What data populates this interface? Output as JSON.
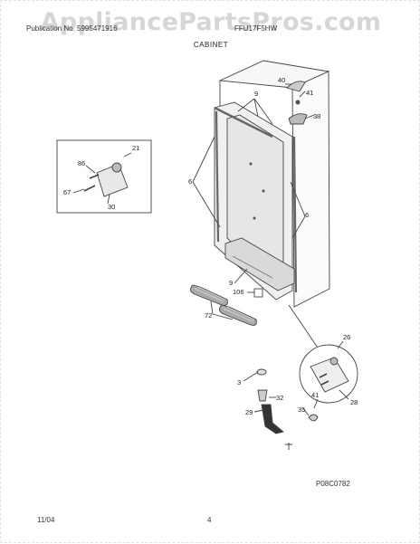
{
  "watermark": "AppliancePartsPros.com",
  "header": {
    "publication": "Publication No. 5995471916",
    "model": "FFU17F5HW",
    "section_title": "CABINET"
  },
  "callouts": {
    "c40": "40",
    "c41a": "41",
    "c38": "38",
    "c9a": "9",
    "c21": "21",
    "c86": "86",
    "c67": "67",
    "c30": "30",
    "c6a": "6",
    "c6b": "6",
    "c9b": "9",
    "c106": "106",
    "c72": "72",
    "c26": "26",
    "c3": "3",
    "c32": "32",
    "c29": "29",
    "c35": "35",
    "c41b": "41",
    "c28": "28"
  },
  "diagram_code": "P08C0782",
  "footer": {
    "date": "11/04",
    "page_number": "4"
  }
}
